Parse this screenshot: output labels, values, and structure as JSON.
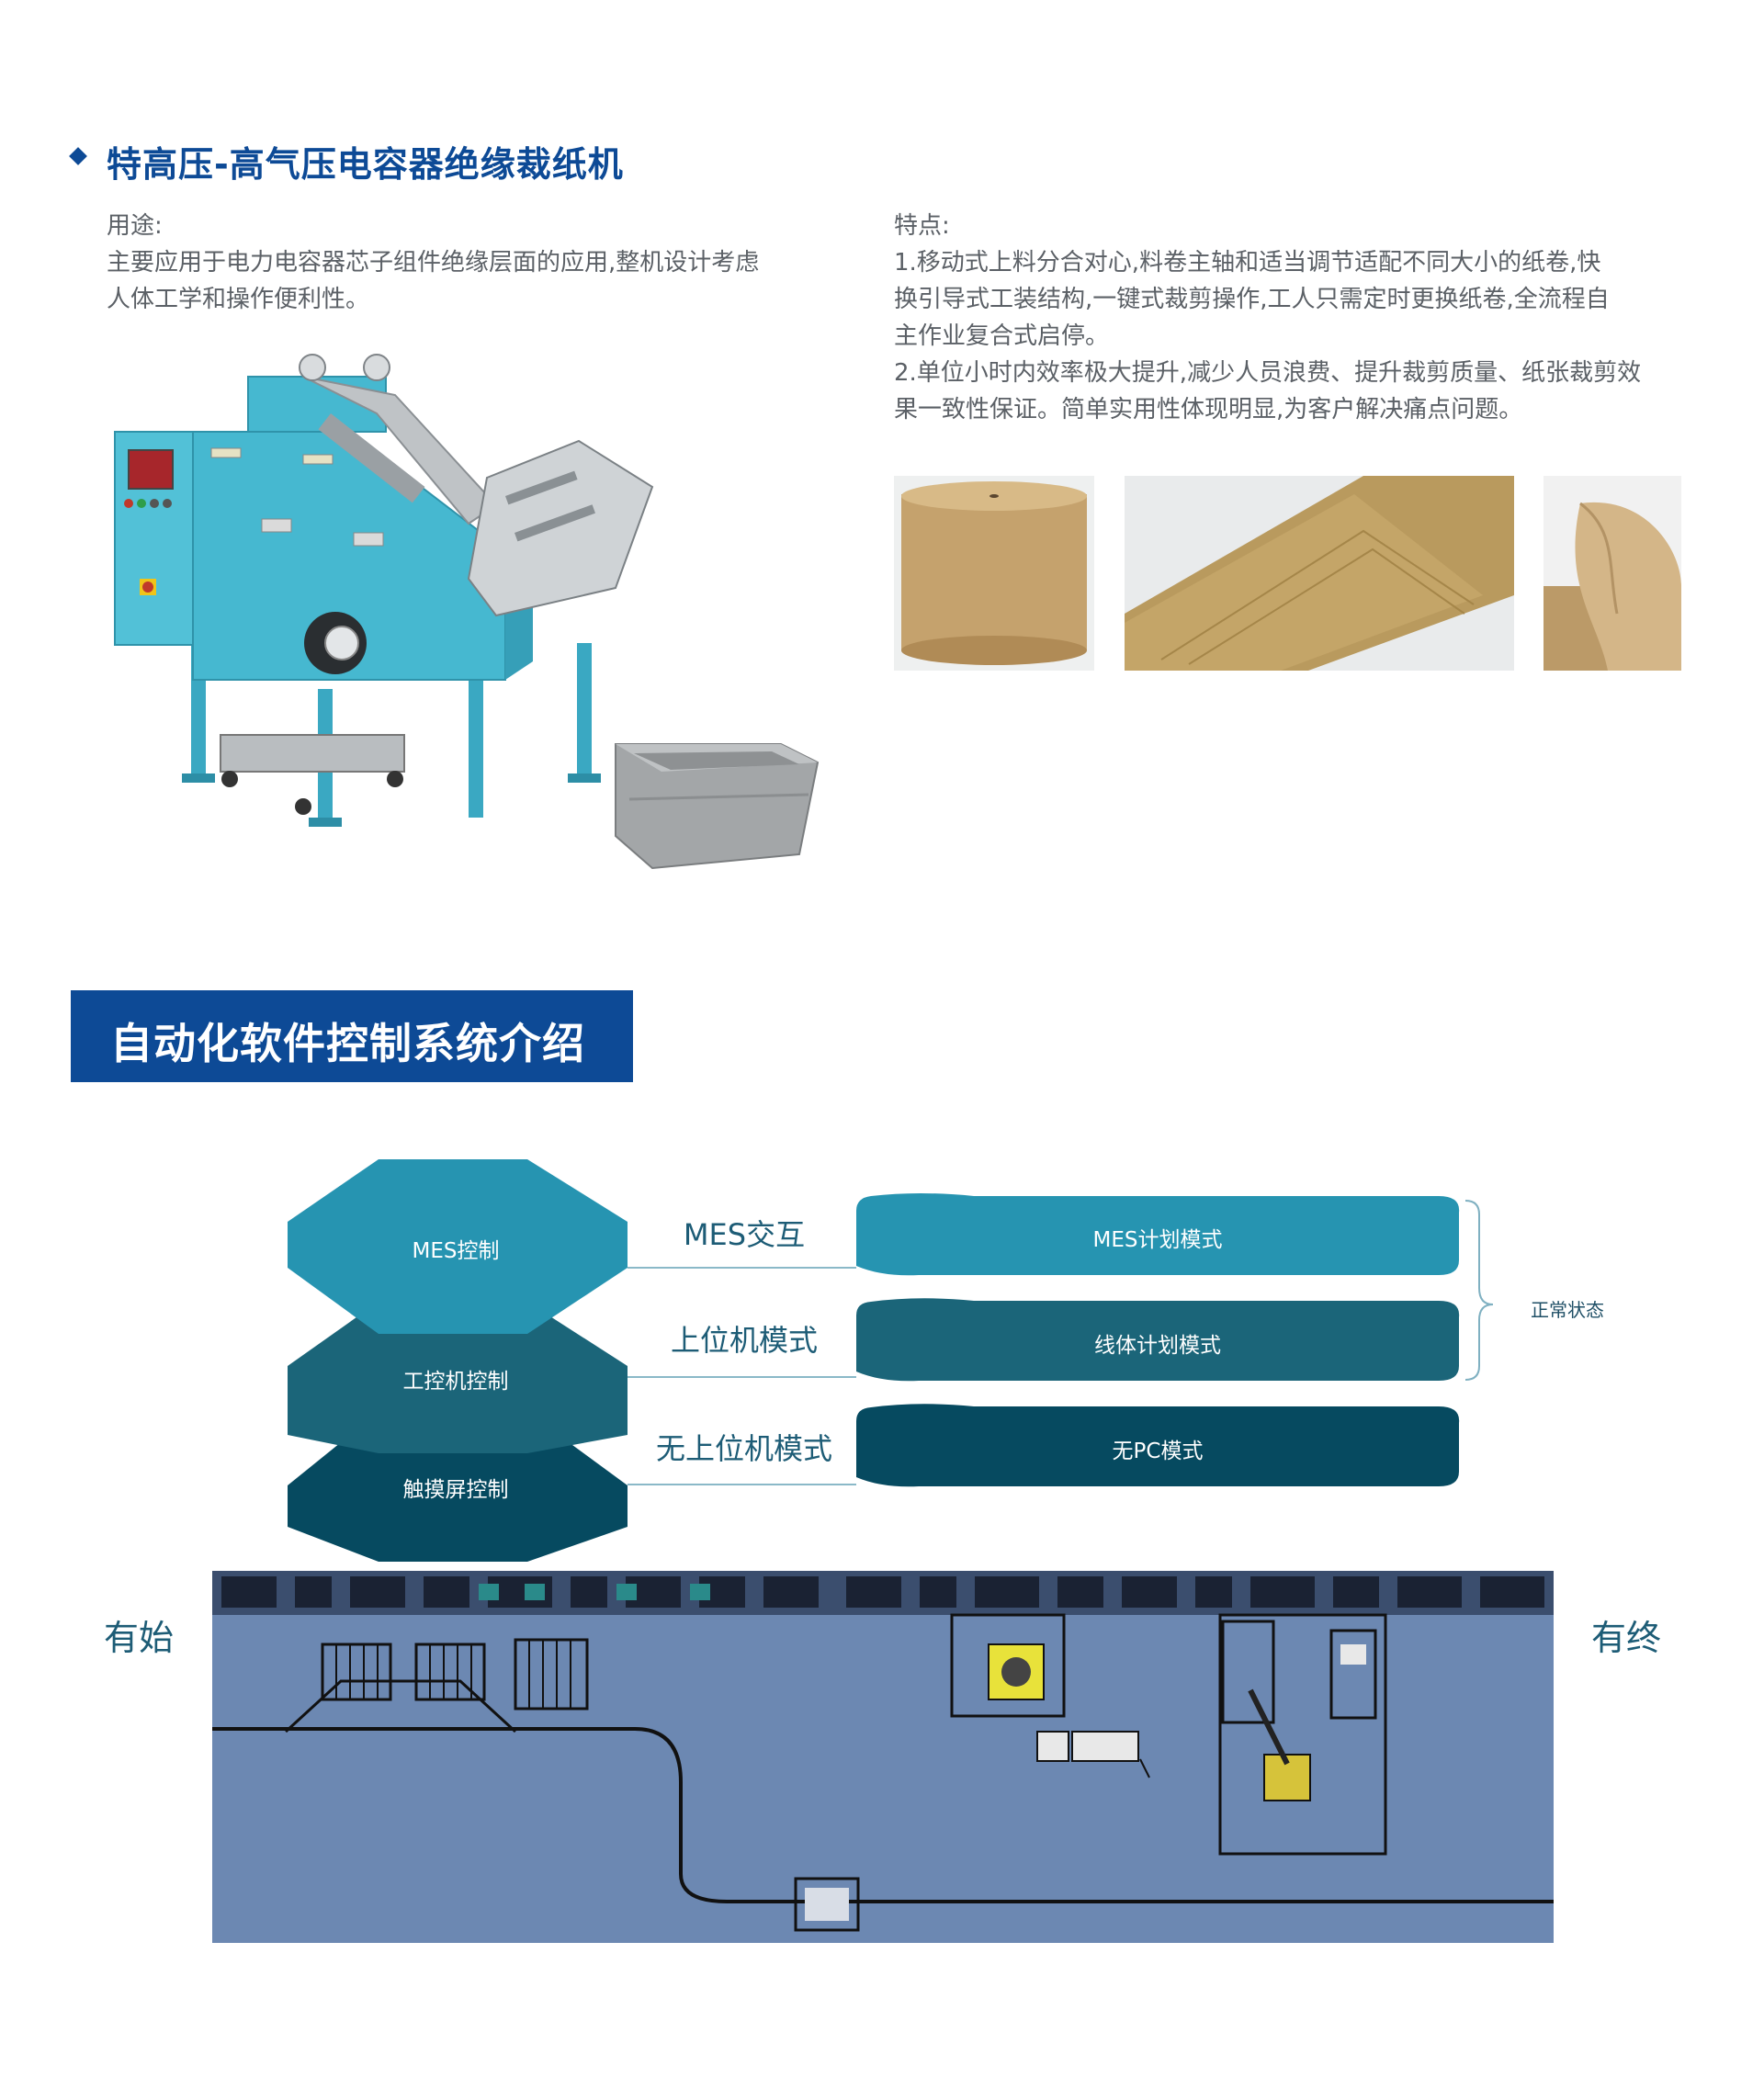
{
  "product": {
    "title": "特高压-高气压电容器绝缘裁纸机",
    "usage_heading": "用途:",
    "usage_lines": [
      "主要应用于电力电容器芯子组件绝缘层面的应用,整机设计考虑",
      "人体工学和操作便利性。"
    ],
    "features_heading": "特点:",
    "features_lines": [
      "1.移动式上料分合对心,料卷主轴和适当调节适配不同大小的纸卷,快",
      "换引导式工装结构,一键式裁剪操作,工人只需定时更换纸卷,全流程自",
      "主作业复合式启停。",
      "2.单位小时内效率极大提升,减少人员浪费、提升裁剪质量、纸张裁剪效",
      "果一致性保证。简单实用性体现明显,为客户解决痛点问题。"
    ]
  },
  "software_section": {
    "title": "自动化软件控制系统介绍"
  },
  "control_diagram": {
    "levels": [
      {
        "control": "MES控制",
        "mode": "MES交互",
        "plan": "MES计划模式",
        "color": "#2694b1"
      },
      {
        "control": "工控机控制",
        "mode": "上位机模式",
        "plan": "线体计划模式",
        "color": "#1b6579"
      },
      {
        "control": "触摸屏控制",
        "mode": "无上位机模式",
        "plan": "无PC模式",
        "color": "#064a60"
      }
    ],
    "status_label": "正常状态"
  },
  "line_layout": {
    "start_label": "有始",
    "end_label": "有终",
    "background": "#6c88b2"
  },
  "colors": {
    "brand_blue": "#0d4a96",
    "machine_cyan": "#45b6cf",
    "kraft": "#c5a26d"
  }
}
